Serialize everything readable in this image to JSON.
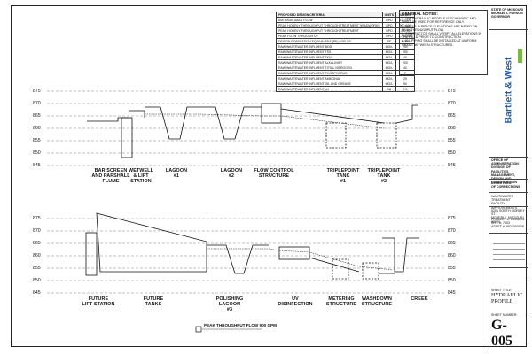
{
  "criteria_table": {
    "title": "PROPOSED DESIGN CRITERIA",
    "col_units": "UNITS",
    "col_values": "VALUES",
    "rows": [
      {
        "label": "AVERAGE DAILY FLOW",
        "units": "GPD",
        "value": "470,000"
      },
      {
        "label": "PEAK HOURLY THROUGHPUT THROUGH TREATMENT HEADWORKS",
        "units": "GPD",
        "value": "900,000"
      },
      {
        "label": "PEAK HOURLY THROUGHPUT THROUGH TREATMENT",
        "units": "GPD",
        "value": "1,152,000"
      },
      {
        "label": "PEAK FLOW THROUGH UV",
        "units": "GPD",
        "value": "1,728,000"
      },
      {
        "label": "DESIGN POPULATION EQUIVALENT (PE) FOR GS",
        "units": "PE",
        "value": "4,000"
      },
      {
        "label": "RAW WASTEWATER INFLUENT BOD",
        "units": "MG/L",
        "value": "250"
      },
      {
        "label": "RAW WASTEWATER INFLUENT TSS",
        "units": "MG/L",
        "value": "250"
      },
      {
        "label": "RAW WASTEWATER INFLUENT TKN",
        "units": "MG/L",
        "value": "40"
      },
      {
        "label": "RAW WASTEWATER INFLUENT ALKALINITY",
        "units": "MG/L",
        "value": "200"
      },
      {
        "label": "RAW WASTEWATER INFLUENT TOTAL NITROGEN",
        "units": "MG/L",
        "value": "40"
      },
      {
        "label": "RAW WASTEWATER INFLUENT PHOSPHORUS",
        "units": "MG/L",
        "value": "7"
      },
      {
        "label": "RAW WASTEWATER INFLUENT AMMONIA",
        "units": "MG/L",
        "value": "25"
      },
      {
        "label": "RAW WASTEWATER INFLUENT OIL AND GREASE",
        "units": "MG/L",
        "value": "50"
      },
      {
        "label": "RAW WASTEWATER INFLUENT pH",
        "units": "SU",
        "value": "7.0"
      }
    ]
  },
  "general_notes": {
    "title": "GENERAL NOTES:",
    "items": [
      "1.  THE HYDRAULIC PROFILE IS SCHEMATIC AND SHALL BE USED FOR REFERENCE ONLY.",
      "2.  WATER SURFACE ELEVATIONS ARE BASED ON PEAK THROUGHPUT FLOW.",
      "3.  CONTRACTOR SHALL VERIFY ALL ELEVATIONS IN THE FIELD PRIOR TO CONSTRUCTION.",
      "4.  ALL PIPING SHALL BE INSTALLED AT UNIFORM GRADE BETWEEN STRUCTURES."
    ]
  },
  "profile_top": {
    "elevations": [
      "875",
      "870",
      "865",
      "860",
      "855",
      "850",
      "845"
    ],
    "structures": [
      {
        "label": "BAR SCREEN\nAND PARSHALL\nFLUME"
      },
      {
        "label": "WETWELL\n& LIFT\nSTATION"
      },
      {
        "label": "LAGOON\n#1"
      },
      {
        "label": "LAGOON\n#2"
      },
      {
        "label": "FLOW CONTROL\nSTRUCTURE"
      },
      {
        "label": "TRIPLEPOINT\nTANK\n#1"
      },
      {
        "label": "TRIPLEPOINT\nTANK\n#2"
      }
    ]
  },
  "profile_bottom": {
    "elevations": [
      "875",
      "870",
      "865",
      "860",
      "855",
      "850",
      "845"
    ],
    "structures": [
      {
        "label": "FUTURE\nLIFT STATION"
      },
      {
        "label": "FUTURE\nTANKS"
      },
      {
        "label": "POLISHING\nLAGOON\n#3"
      },
      {
        "label": "UV\nDISINFECTION"
      },
      {
        "label": "METERING\nSTRUCTURE"
      },
      {
        "label": "WASHDOWN\nSTRUCTURE"
      },
      {
        "label": "CREEK"
      }
    ]
  },
  "flow_note": {
    "label": "PEAK THROUGHPUT FLOW 900 GPM"
  },
  "title_block": {
    "state": "STATE OF MISSOURI\nMICHAEL L PARSON\nGOVERNOR",
    "firm": "Bartlett & West",
    "office": "OFFICE OF ADMINISTRATION\nDIVISION OF FACILITIES\nMANAGEMENT,\nDESIGN AND CONSTRUCTION",
    "department": "DEPARTMENT\nOF CORRECTIONS",
    "project_name": "WASTEWATER TREATMENT\nFACILITY IMPROVEMENTS",
    "address": "5201 SOUTH MORLEY ST\nMOBERLY, MISSOURI 65270",
    "project_no": "PROJECT #: C1906-01",
    "site_no": "SITE #: 7003",
    "asset_no": "ASSET #: 9927000008",
    "sheet_title_label": "SHEET TITLE:",
    "sheet_title": "HYDRAULIC\nPROFILE",
    "sheet_number_label": "SHEET NUMBER:",
    "sheet_number": "G-005"
  }
}
